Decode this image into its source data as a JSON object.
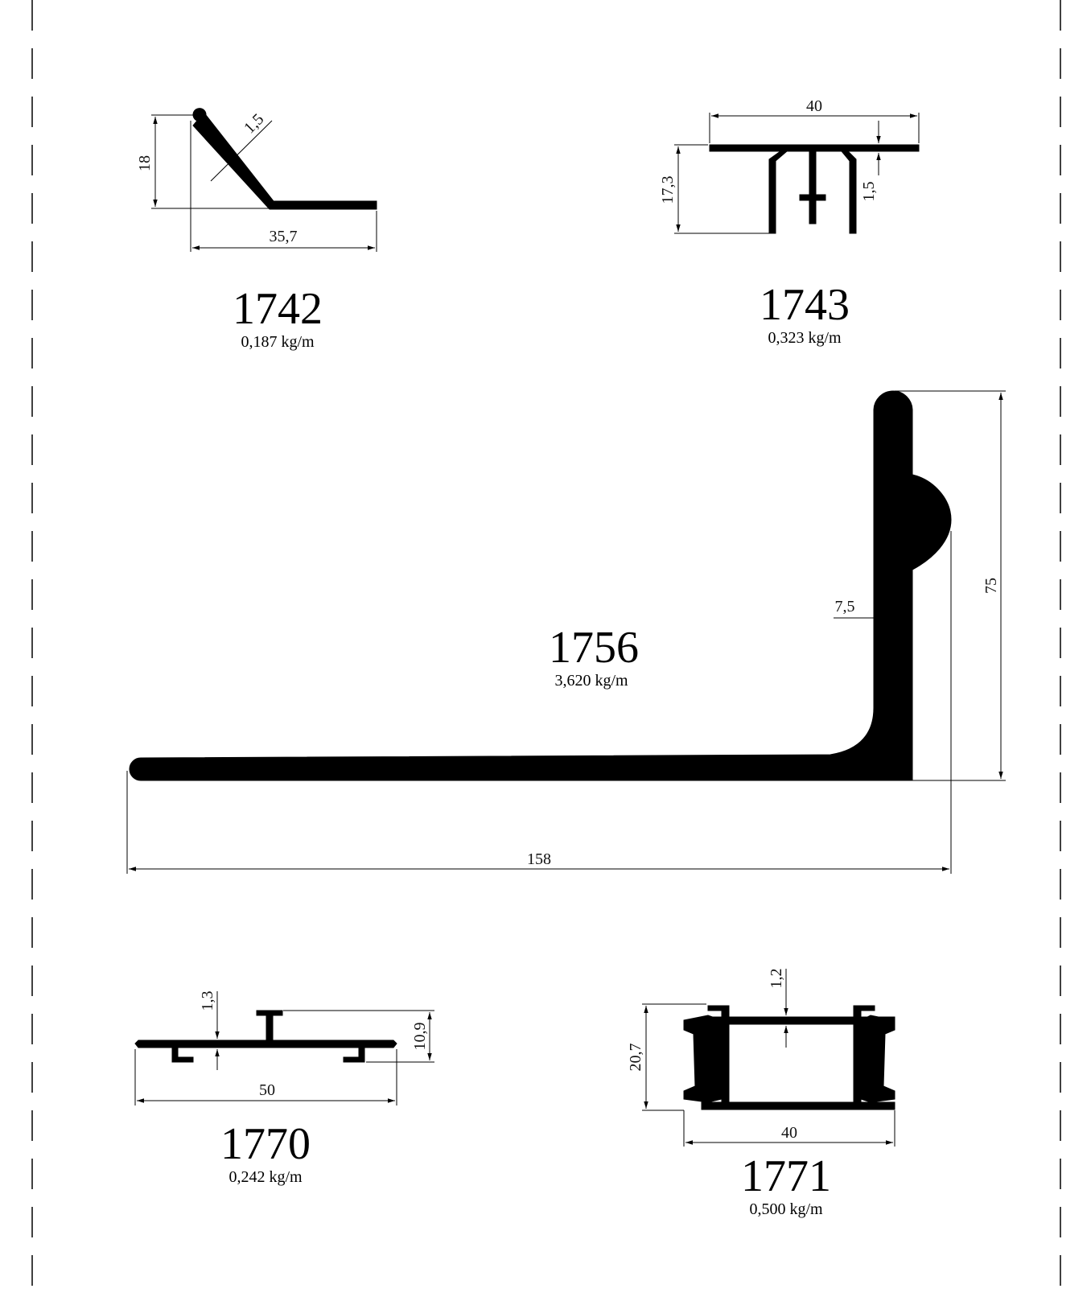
{
  "profiles": {
    "p1742": {
      "code": "1742",
      "weight": "0,187 kg/m",
      "dims": {
        "height": "18",
        "thickness": "1,5",
        "width": "35,7"
      }
    },
    "p1743": {
      "code": "1743",
      "weight": "0,323 kg/m",
      "dims": {
        "width": "40",
        "height": "17,3",
        "thickness": "1,5"
      }
    },
    "p1756": {
      "code": "1756",
      "weight": "3,620 kg/m",
      "dims": {
        "width": "158",
        "height": "75",
        "thickness": "7,5"
      }
    },
    "p1770": {
      "code": "1770",
      "weight": "0,242 kg/m",
      "dims": {
        "width": "50",
        "height": "10,9",
        "thickness": "1,3"
      }
    },
    "p1771": {
      "code": "1771",
      "weight": "0,500 kg/m",
      "dims": {
        "width": "40",
        "height": "20,7",
        "thickness": "1,2"
      }
    }
  }
}
